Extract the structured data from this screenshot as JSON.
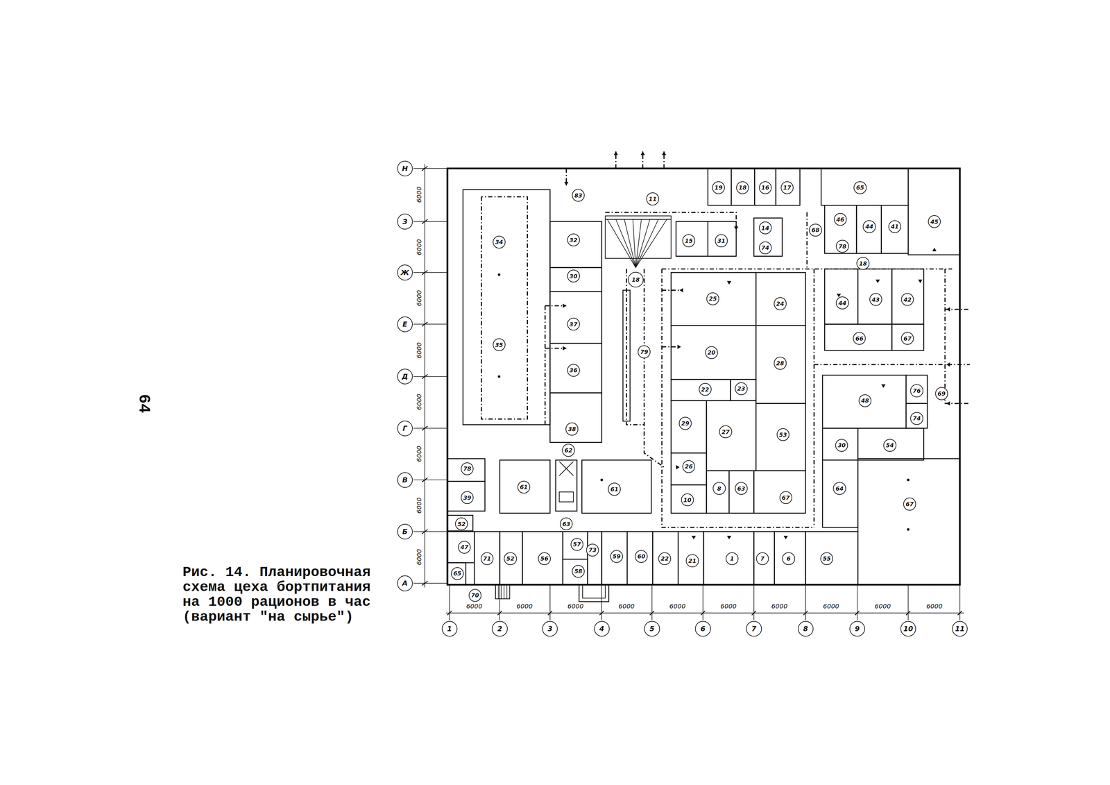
{
  "diagram": {
    "caption": "Рис. 14. Планировочная схема цеха бортпитания на 1000 рационов в час (вариант \"на сырье\")",
    "nodes": [
      {
        "text": [
          "Н"
        ]
      },
      {
        "text": [
          "З"
        ]
      },
      {
        "text": [
          "Ж"
        ]
      },
      {
        "text": [
          "Е"
        ]
      },
      {
        "text": [
          "Д"
        ]
      },
      {
        "text": [
          "Г"
        ]
      },
      {
        "text": [
          "В"
        ]
      },
      {
        "text": [
          "Б"
        ]
      },
      {
        "text": [
          "А"
        ]
      },
      {
        "text": [
          "1"
        ]
      },
      {
        "text": [
          "2"
        ]
      },
      {
        "text": [
          "3"
        ]
      },
      {
        "text": [
          "4"
        ]
      },
      {
        "text": [
          "5"
        ]
      },
      {
        "text": [
          "6"
        ]
      },
      {
        "text": [
          "7"
        ]
      },
      {
        "text": [
          "8"
        ]
      },
      {
        "text": [
          "9"
        ]
      },
      {
        "text": [
          "10"
        ]
      },
      {
        "text": [
          "11"
        ]
      },
      {
        "text": [
          "83"
        ]
      },
      {
        "text": [
          "11"
        ]
      },
      {
        "text": [
          "19"
        ]
      },
      {
        "text": [
          "18"
        ]
      },
      {
        "text": [
          "16"
        ]
      },
      {
        "text": [
          "17"
        ]
      },
      {
        "text": [
          "65"
        ]
      },
      {
        "text": [
          "34"
        ]
      },
      {
        "text": [
          "32"
        ]
      },
      {
        "text": [
          "15"
        ]
      },
      {
        "text": [
          "31"
        ]
      },
      {
        "text": [
          "14"
        ]
      },
      {
        "text": [
          "74"
        ]
      },
      {
        "text": [
          "68"
        ]
      },
      {
        "text": [
          "46"
        ]
      },
      {
        "text": [
          "44"
        ]
      },
      {
        "text": [
          "41"
        ]
      },
      {
        "text": [
          "45"
        ]
      },
      {
        "text": [
          "78"
        ]
      },
      {
        "text": [
          "18"
        ]
      },
      {
        "text": [
          "30"
        ]
      },
      {
        "text": [
          "18"
        ]
      },
      {
        "text": [
          "25"
        ]
      },
      {
        "text": [
          "24"
        ]
      },
      {
        "text": [
          "44"
        ]
      },
      {
        "text": [
          "43"
        ]
      },
      {
        "text": [
          "42"
        ]
      },
      {
        "text": [
          "37"
        ]
      },
      {
        "text": [
          "35"
        ]
      },
      {
        "text": [
          "79"
        ]
      },
      {
        "text": [
          "20"
        ]
      },
      {
        "text": [
          "28"
        ]
      },
      {
        "text": [
          "66"
        ]
      },
      {
        "text": [
          "67"
        ]
      },
      {
        "text": [
          "36"
        ]
      },
      {
        "text": [
          "22"
        ]
      },
      {
        "text": [
          "23"
        ]
      },
      {
        "text": [
          "48"
        ]
      },
      {
        "text": [
          "76"
        ]
      },
      {
        "text": [
          "69"
        ]
      },
      {
        "text": [
          "74"
        ]
      },
      {
        "text": [
          "29"
        ]
      },
      {
        "text": [
          "27"
        ]
      },
      {
        "text": [
          "53"
        ]
      },
      {
        "text": [
          "38"
        ]
      },
      {
        "text": [
          "30"
        ]
      },
      {
        "text": [
          "54"
        ]
      },
      {
        "text": [
          "62"
        ]
      },
      {
        "text": [
          "78"
        ]
      },
      {
        "text": [
          "26"
        ]
      },
      {
        "text": [
          "61"
        ]
      },
      {
        "text": [
          "61"
        ]
      },
      {
        "text": [
          "8"
        ]
      },
      {
        "text": [
          "63"
        ]
      },
      {
        "text": [
          "64"
        ]
      },
      {
        "text": [
          "39"
        ]
      },
      {
        "text": [
          "10"
        ]
      },
      {
        "text": [
          "67"
        ]
      },
      {
        "text": [
          "67"
        ]
      },
      {
        "text": [
          "52"
        ]
      },
      {
        "text": [
          "63"
        ]
      },
      {
        "text": [
          "47"
        ]
      },
      {
        "text": [
          "57"
        ]
      },
      {
        "text": [
          "73"
        ]
      },
      {
        "text": [
          "71"
        ]
      },
      {
        "text": [
          "52"
        ]
      },
      {
        "text": [
          "56"
        ]
      },
      {
        "text": [
          "59"
        ]
      },
      {
        "text": [
          "60"
        ]
      },
      {
        "text": [
          "22"
        ]
      },
      {
        "text": [
          "21"
        ]
      },
      {
        "text": [
          "1"
        ]
      },
      {
        "text": [
          "7"
        ]
      },
      {
        "text": [
          "6"
        ]
      },
      {
        "text": [
          "55"
        ]
      },
      {
        "text": [
          "58"
        ]
      },
      {
        "text": [
          "65"
        ]
      },
      {
        "text": [
          "70"
        ]
      }
    ],
    "labels": [
      "64",
      "6000",
      "6000",
      "6000",
      "6000",
      "6000",
      "6000",
      "6000",
      "6000",
      "6000",
      "6000",
      "6000",
      "6000",
      "6000",
      "6000",
      "6000",
      "6000",
      "6000",
      "6000"
    ]
  }
}
